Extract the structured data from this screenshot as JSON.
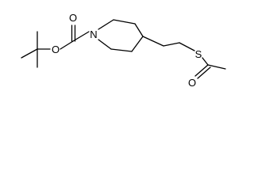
{
  "molecule": {
    "atoms": {
      "nitrogen": "N",
      "carbonyl_oxygen": "O",
      "ester_oxygen": "O",
      "sulfur": "S",
      "thioester_oxygen": "O"
    }
  },
  "colors": {
    "background": "#ffffff",
    "bond": "#000000",
    "label": "#000000"
  }
}
